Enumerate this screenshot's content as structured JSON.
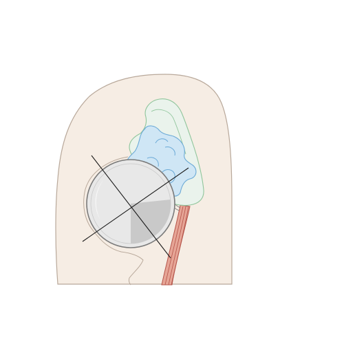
{
  "colors": {
    "background": "#ffffff",
    "head_fill": "#f6ede4",
    "head_stroke": "#b8a89a",
    "eye_fill": "#e8e8e8",
    "eye_shade": "#c9c9c9",
    "eye_highlight": "#f8f8f8",
    "eye_stroke": "#7a7a7a",
    "sinus_fill": "#eaf3ec",
    "sinus_stroke": "#8fc59b",
    "chiasm_fill": "#cfe6f5",
    "chiasm_stroke": "#6aa9d6",
    "nerve_fill": "#e6a596",
    "nerve_stroke": "#b5544a",
    "axis_stroke": "#1a1a1a"
  },
  "parts": [
    "head-outline",
    "eyeball",
    "optic-nerve",
    "sphenoid-sinus",
    "ventricle-structure",
    "crosshair-axes"
  ]
}
